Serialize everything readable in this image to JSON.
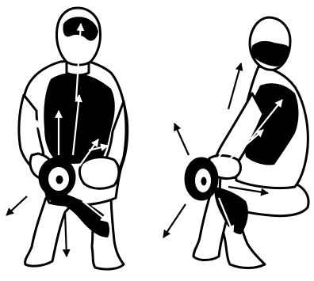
{
  "figures": [
    {
      "id": "front-view",
      "arrow_count": 9
    },
    {
      "id": "side-view",
      "arrow_count": 7
    }
  ],
  "colors": {
    "ink": "#000000",
    "paper": "#ffffff"
  }
}
